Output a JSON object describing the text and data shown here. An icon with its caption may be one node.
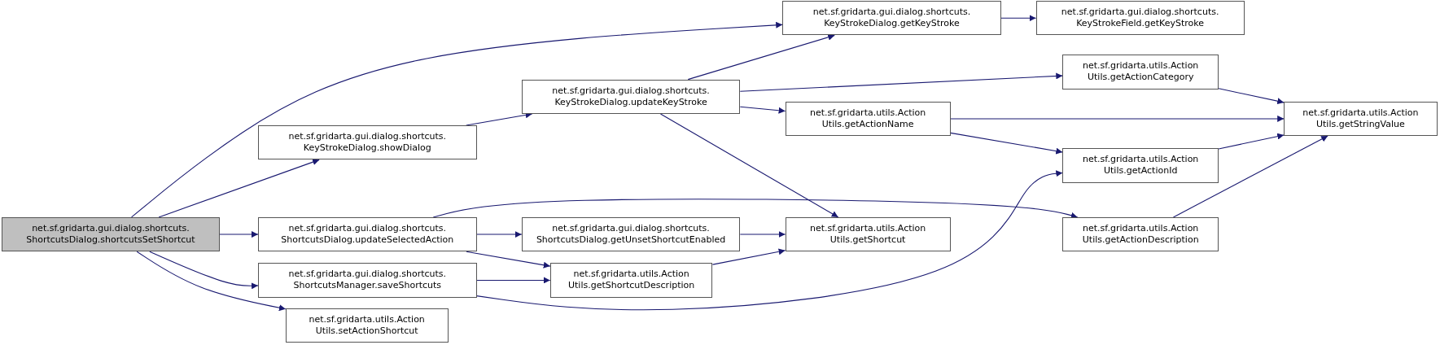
{
  "diagram": {
    "nodes": [
      {
        "text": [
          "net.sf.gridarta.gui.dialog.shortcuts. ShortcutsDialog.shortcutsSetShortcut"
        ]
      },
      {
        "text": [
          "net.sf.gridarta.gui.dialog.shortcuts. KeyStrokeDialog.showDialog"
        ]
      },
      {
        "text": [
          "net.sf.gridarta.gui.dialog.shortcuts. ShortcutsDialog.updateSelectedAction"
        ]
      },
      {
        "text": [
          "net.sf.gridarta.gui.dialog.shortcuts. ShortcutsManager.saveShortcuts"
        ]
      },
      {
        "text": [
          "net.sf.gridarta.utils.Action Utils.setActionShortcut"
        ]
      },
      {
        "text": [
          "net.sf.gridarta.gui.dialog.shortcuts. KeyStrokeDialog.updateKeyStroke"
        ]
      },
      {
        "text": [
          "net.sf.gridarta.gui.dialog.shortcuts. ShortcutsDialog.getUnsetShortcutEnabled"
        ]
      },
      {
        "text": [
          "net.sf.gridarta.utils.Action Utils.getShortcutDescription"
        ]
      },
      {
        "text": [
          "net.sf.gridarta.gui.dialog.shortcuts. KeyStrokeDialog.getKeyStroke"
        ]
      },
      {
        "text": [
          "net.sf.gridarta.utils.Action Utils.getActionCategory"
        ]
      },
      {
        "text": [
          "net.sf.gridarta.utils.Action Utils.getActionName"
        ]
      },
      {
        "text": [
          "net.sf.gridarta.utils.Action Utils.getShortcut"
        ]
      },
      {
        "text": [
          "net.sf.gridarta.gui.dialog.shortcuts. KeyStrokeField.getKeyStroke"
        ]
      },
      {
        "text": [
          "net.sf.gridarta.utils.Action Utils.getActionId"
        ]
      },
      {
        "text": [
          "net.sf.gridarta.utils.Action Utils.getActionDescription"
        ]
      },
      {
        "text": [
          "net.sf.gridarta.utils.Action Utils.getStringValue"
        ]
      }
    ],
    "edges": [
      {
        "from": 0,
        "to": 8,
        "arrow": "to"
      },
      {
        "from": 0,
        "to": 1,
        "arrow": "to"
      },
      {
        "from": 0,
        "to": 2,
        "arrow": "to"
      },
      {
        "from": 0,
        "to": 3,
        "arrow": "to"
      },
      {
        "from": 0,
        "to": 4,
        "arrow": "to"
      },
      {
        "from": 1,
        "to": 5,
        "arrow": "to"
      },
      {
        "from": 2,
        "to": 6,
        "arrow": "to"
      },
      {
        "from": 2,
        "to": 7,
        "arrow": "to"
      },
      {
        "from": 2,
        "to": 14,
        "arrow": "to"
      },
      {
        "from": 3,
        "to": 7,
        "arrow": "to"
      },
      {
        "from": 3,
        "to": 13,
        "arrow": "to"
      },
      {
        "from": 5,
        "to": 8,
        "arrow": "to"
      },
      {
        "from": 5,
        "to": 9,
        "arrow": "to"
      },
      {
        "from": 5,
        "to": 10,
        "arrow": "to"
      },
      {
        "from": 5,
        "to": 11,
        "arrow": "to"
      },
      {
        "from": 6,
        "to": 11,
        "arrow": "to"
      },
      {
        "from": 7,
        "to": 11,
        "arrow": "to"
      },
      {
        "from": 8,
        "to": 12,
        "arrow": "to"
      },
      {
        "from": 9,
        "to": 15,
        "arrow": "to"
      },
      {
        "from": 10,
        "to": 13,
        "arrow": "to"
      },
      {
        "from": 10,
        "to": 15,
        "arrow": "to"
      },
      {
        "from": 13,
        "to": 15,
        "arrow": "to"
      },
      {
        "from": 14,
        "to": 15,
        "arrow": "to"
      }
    ]
  }
}
